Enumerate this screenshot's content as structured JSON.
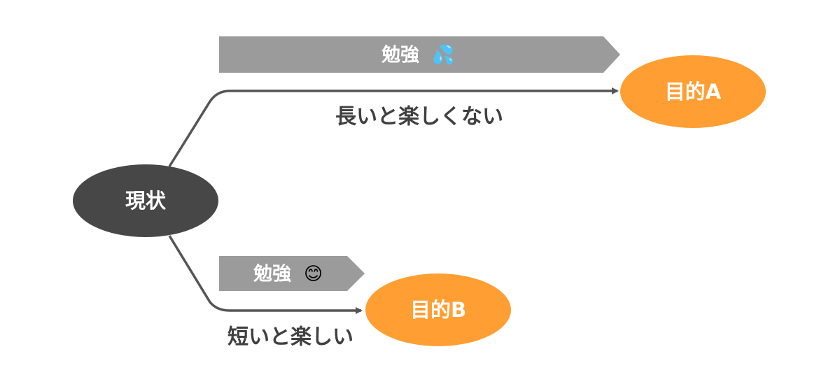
{
  "nodes": {
    "current": {
      "label": "現状",
      "color": "#474747"
    },
    "goal_a": {
      "label": "目的A",
      "color": "#FF9F33"
    },
    "goal_b": {
      "label": "目的B",
      "color": "#FF9F33"
    }
  },
  "banners": {
    "top": {
      "label": "勉強",
      "emoji": "💦",
      "color": "#9B9B9B"
    },
    "bottom": {
      "label": "勉強",
      "emoji": "😊",
      "color": "#9B9B9B"
    }
  },
  "paths": {
    "upper_caption": "長いと楽しくない",
    "lower_caption": "短いと楽しい",
    "color": "#555555"
  }
}
